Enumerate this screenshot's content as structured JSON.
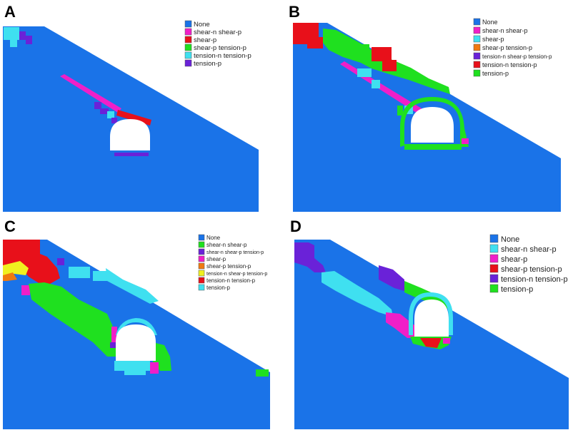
{
  "colors": {
    "none": "#1a73e8",
    "magenta": "#f01fc8",
    "red": "#e8101a",
    "cyan": "#3fe0f0",
    "green": "#1fe01f",
    "purple": "#6a22d8",
    "orange": "#f07a10",
    "yellow": "#f0f020",
    "tunnel": "#ffffff"
  },
  "panels": [
    {
      "letter": "A",
      "legend": [
        {
          "label": "None",
          "color": "none"
        },
        {
          "label": "shear-n shear-p",
          "color": "magenta"
        },
        {
          "label": "shear-p",
          "color": "red"
        },
        {
          "label": "shear-p tension-p",
          "color": "green"
        },
        {
          "label": "tension-n tension-p",
          "color": "cyan"
        },
        {
          "label": "tension-p",
          "color": "purple"
        }
      ]
    },
    {
      "letter": "B",
      "legend": [
        {
          "label": "None",
          "color": "none"
        },
        {
          "label": "shear-n shear-p",
          "color": "magenta"
        },
        {
          "label": "shear-p",
          "color": "cyan"
        },
        {
          "label": "shear-p tension-p",
          "color": "orange"
        },
        {
          "label": "tension-n shear-p tension-p",
          "color": "purple"
        },
        {
          "label": "tension-n tension-p",
          "color": "red"
        },
        {
          "label": "tension-p",
          "color": "green"
        }
      ]
    },
    {
      "letter": "C",
      "legend": [
        {
          "label": "None",
          "color": "none"
        },
        {
          "label": "shear-n shear-p",
          "color": "green"
        },
        {
          "label": "shear-n shear-p tension-p",
          "color": "purple"
        },
        {
          "label": "shear-p",
          "color": "magenta"
        },
        {
          "label": "shear-p tension-p",
          "color": "orange"
        },
        {
          "label": "tension-n shear-p tension-p",
          "color": "yellow"
        },
        {
          "label": "tension-n tension-p",
          "color": "red"
        },
        {
          "label": "tension-p",
          "color": "cyan"
        }
      ]
    },
    {
      "letter": "D",
      "legend": [
        {
          "label": "None",
          "color": "none"
        },
        {
          "label": "shear-n shear-p",
          "color": "cyan"
        },
        {
          "label": "shear-p",
          "color": "magenta"
        },
        {
          "label": "shear-p tension-p",
          "color": "red"
        },
        {
          "label": "tension-n tension-p",
          "color": "purple"
        },
        {
          "label": "tension-p",
          "color": "green"
        }
      ]
    }
  ]
}
